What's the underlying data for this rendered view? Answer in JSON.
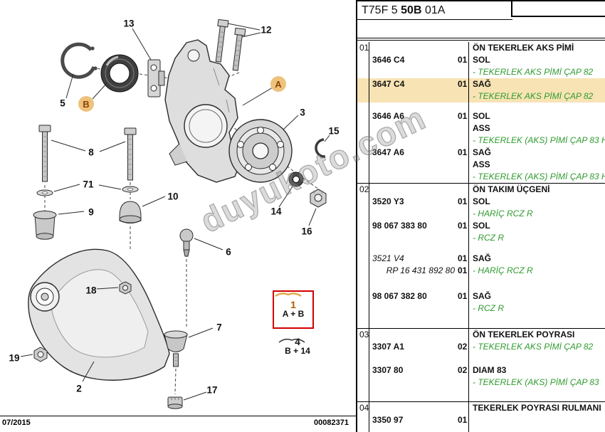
{
  "header": {
    "code_prefix": "T75F 5",
    "code_bold": "50B",
    "code_suffix": "01A"
  },
  "watermark": "duyukoto.com",
  "footer": {
    "date": "07/2015",
    "doc_number": "00082371"
  },
  "colors": {
    "highlight": "#f7e3b4",
    "green_note": "#2f9b2f",
    "badge": "#eec27d",
    "assembly_box": "#d20000"
  },
  "diagram": {
    "callouts": {
      "n2": "2",
      "n3": "3",
      "n5": "5",
      "n6": "6",
      "n7": "7",
      "n8": "8",
      "n9": "9",
      "n10": "10",
      "n12": "12",
      "n13": "13",
      "n14": "14",
      "n15": "15",
      "n16": "16",
      "n17": "17",
      "n18": "18",
      "n19": "19",
      "n71": "71",
      "badge_a": "A",
      "badge_b": "B"
    },
    "assembly_1": {
      "number": "1",
      "formula": "A + B"
    },
    "assembly_4": {
      "number": "4",
      "formula": "B + 14"
    }
  },
  "table": {
    "lines": [
      {
        "ref": "01",
        "desc": "ÖN TEKERLEK AKS PİMİ",
        "type": "header"
      },
      {
        "pn": "3646 C4",
        "qty": "01",
        "desc": "SOL",
        "type": "row"
      },
      {
        "desc": "- TEKERLEK AKS PİMİ ÇAP 82",
        "type": "green"
      },
      {
        "pn": "3647 C4",
        "qty": "01",
        "desc": "SAĞ",
        "type": "row",
        "hl": true
      },
      {
        "desc": "- TEKERLEK AKS PİMİ ÇAP 82",
        "type": "green",
        "hl": true
      },
      {
        "pn": "3646 A6",
        "qty": "01",
        "desc": "SOL",
        "type": "row",
        "gap": 11
      },
      {
        "desc": "ASS",
        "type": "plain"
      },
      {
        "desc": "- TEKERLEK (AKS) PİMİ ÇAP 83 H",
        "type": "green"
      },
      {
        "pn": "3647 A6",
        "qty": "01",
        "desc": "SAĞ",
        "type": "row"
      },
      {
        "desc": "ASS",
        "type": "plain"
      },
      {
        "desc": "- TEKERLEK (AKS) PİMİ ÇAP 83 H",
        "type": "green"
      },
      {
        "ref": "02",
        "desc": "ÖN TAKIM ÜÇGENİ",
        "type": "header",
        "divider": true
      },
      {
        "pn": "3520 Y3",
        "qty": "01",
        "desc": "SOL",
        "type": "row"
      },
      {
        "desc": "- HARİÇ RCZ R",
        "type": "green"
      },
      {
        "pn": "98 067 383 80",
        "qty": "01",
        "desc": "SOL",
        "type": "row"
      },
      {
        "desc": "- RCZ R",
        "type": "green"
      },
      {
        "pn": "3521 V4",
        "qty": "01",
        "desc": "SAĞ",
        "type": "row",
        "pnStyle": "italic",
        "gap": 12
      },
      {
        "pn": "RP 16 431 892 80",
        "qty": "01",
        "desc": "- HARİÇ RCZ R",
        "type": "row",
        "pnStyle": "italic-right",
        "descStyle": "green"
      },
      {
        "pn": "98 067 382 80",
        "qty": "01",
        "desc": "SAĞ",
        "type": "row",
        "gap": 19
      },
      {
        "desc": "- RCZ R",
        "type": "green"
      },
      {
        "type": "spacer",
        "h": 19
      },
      {
        "ref": "03",
        "desc": "ÖN TEKERLEK POYRASI",
        "type": "header",
        "divider": true
      },
      {
        "pn": "3307 A1",
        "qty": "02",
        "desc": "- TEKERLEK AKS PİMİ ÇAP 82",
        "type": "row",
        "descStyle": "green"
      },
      {
        "pn": "3307 80",
        "qty": "02",
        "desc": "DIAM 83",
        "type": "row",
        "gap": 16
      },
      {
        "desc": "- TEKERLEK (AKS) PİMİ ÇAP 83",
        "type": "green"
      },
      {
        "type": "spacer",
        "h": 18
      },
      {
        "ref": "04",
        "desc": "TEKERLEK POYRASI RULMANI",
        "type": "header",
        "divider": true
      },
      {
        "pn": "3350 97",
        "qty": "01",
        "desc": "",
        "type": "row"
      }
    ]
  }
}
